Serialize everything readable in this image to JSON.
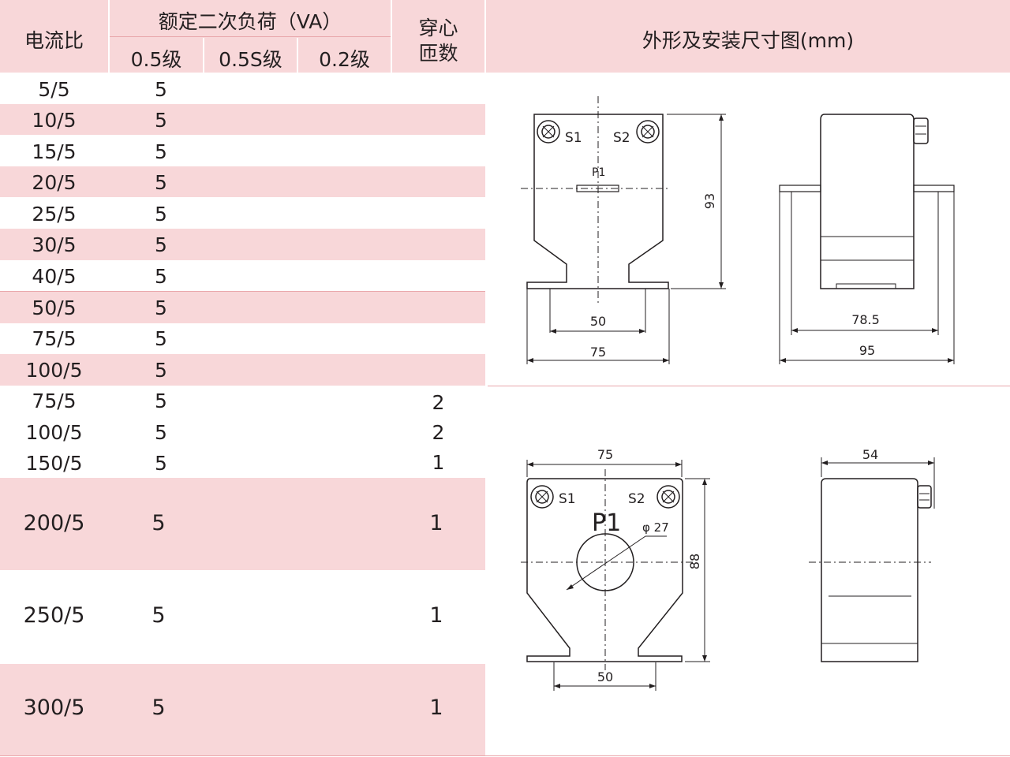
{
  "header": {
    "ratio": "电流比",
    "burden": "额定二次负荷（VA）",
    "class_05": "0.5级",
    "class_05s": "0.5S级",
    "class_02": "0.2级",
    "turns_line1": "穿心",
    "turns_line2": "匝数",
    "drawing": "外形及安装尺寸图(mm)"
  },
  "rows": [
    {
      "ratio": "5/5",
      "c05": "5",
      "c05s": "",
      "c02": "",
      "turns": ""
    },
    {
      "ratio": "10/5",
      "c05": "5",
      "c05s": "",
      "c02": "",
      "turns": ""
    },
    {
      "ratio": "15/5",
      "c05": "5",
      "c05s": "",
      "c02": "",
      "turns": ""
    },
    {
      "ratio": "20/5",
      "c05": "5",
      "c05s": "",
      "c02": "",
      "turns": ""
    },
    {
      "ratio": "25/5",
      "c05": "5",
      "c05s": "",
      "c02": "",
      "turns": ""
    },
    {
      "ratio": "30/5",
      "c05": "5",
      "c05s": "",
      "c02": "",
      "turns": ""
    },
    {
      "ratio": "40/5",
      "c05": "5",
      "c05s": "",
      "c02": "",
      "turns": ""
    },
    {
      "ratio": "50/5",
      "c05": "5",
      "c05s": "",
      "c02": "",
      "turns": ""
    },
    {
      "ratio": "75/5",
      "c05": "5",
      "c05s": "",
      "c02": "",
      "turns": ""
    },
    {
      "ratio": "100/5",
      "c05": "5",
      "c05s": "",
      "c02": "",
      "turns": ""
    },
    {
      "ratio": "75/5",
      "c05": "5",
      "c05s": "",
      "c02": "",
      "turns": "2"
    },
    {
      "ratio": "100/5",
      "c05": "5",
      "c05s": "",
      "c02": "",
      "turns": "2"
    },
    {
      "ratio": "150/5",
      "c05": "5",
      "c05s": "",
      "c02": "",
      "turns": "1"
    },
    {
      "ratio": "200/5",
      "c05": "5",
      "c05s": "",
      "c02": "",
      "turns": "1"
    },
    {
      "ratio": "250/5",
      "c05": "5",
      "c05s": "",
      "c02": "",
      "turns": "1"
    },
    {
      "ratio": "300/5",
      "c05": "5",
      "c05s": "",
      "c02": "",
      "turns": "1"
    }
  ],
  "drawing1": {
    "s1": "S1",
    "s2": "S2",
    "p1": "P1",
    "h": "93",
    "w_inner": "50",
    "w_outer": "75",
    "side_inner": "78.5",
    "side_outer": "95"
  },
  "drawing2": {
    "w_top": "75",
    "s1": "S1",
    "s2": "S2",
    "p1": "P1",
    "hole": "φ 27",
    "h": "88",
    "w_bottom": "50",
    "side_w": "54"
  }
}
